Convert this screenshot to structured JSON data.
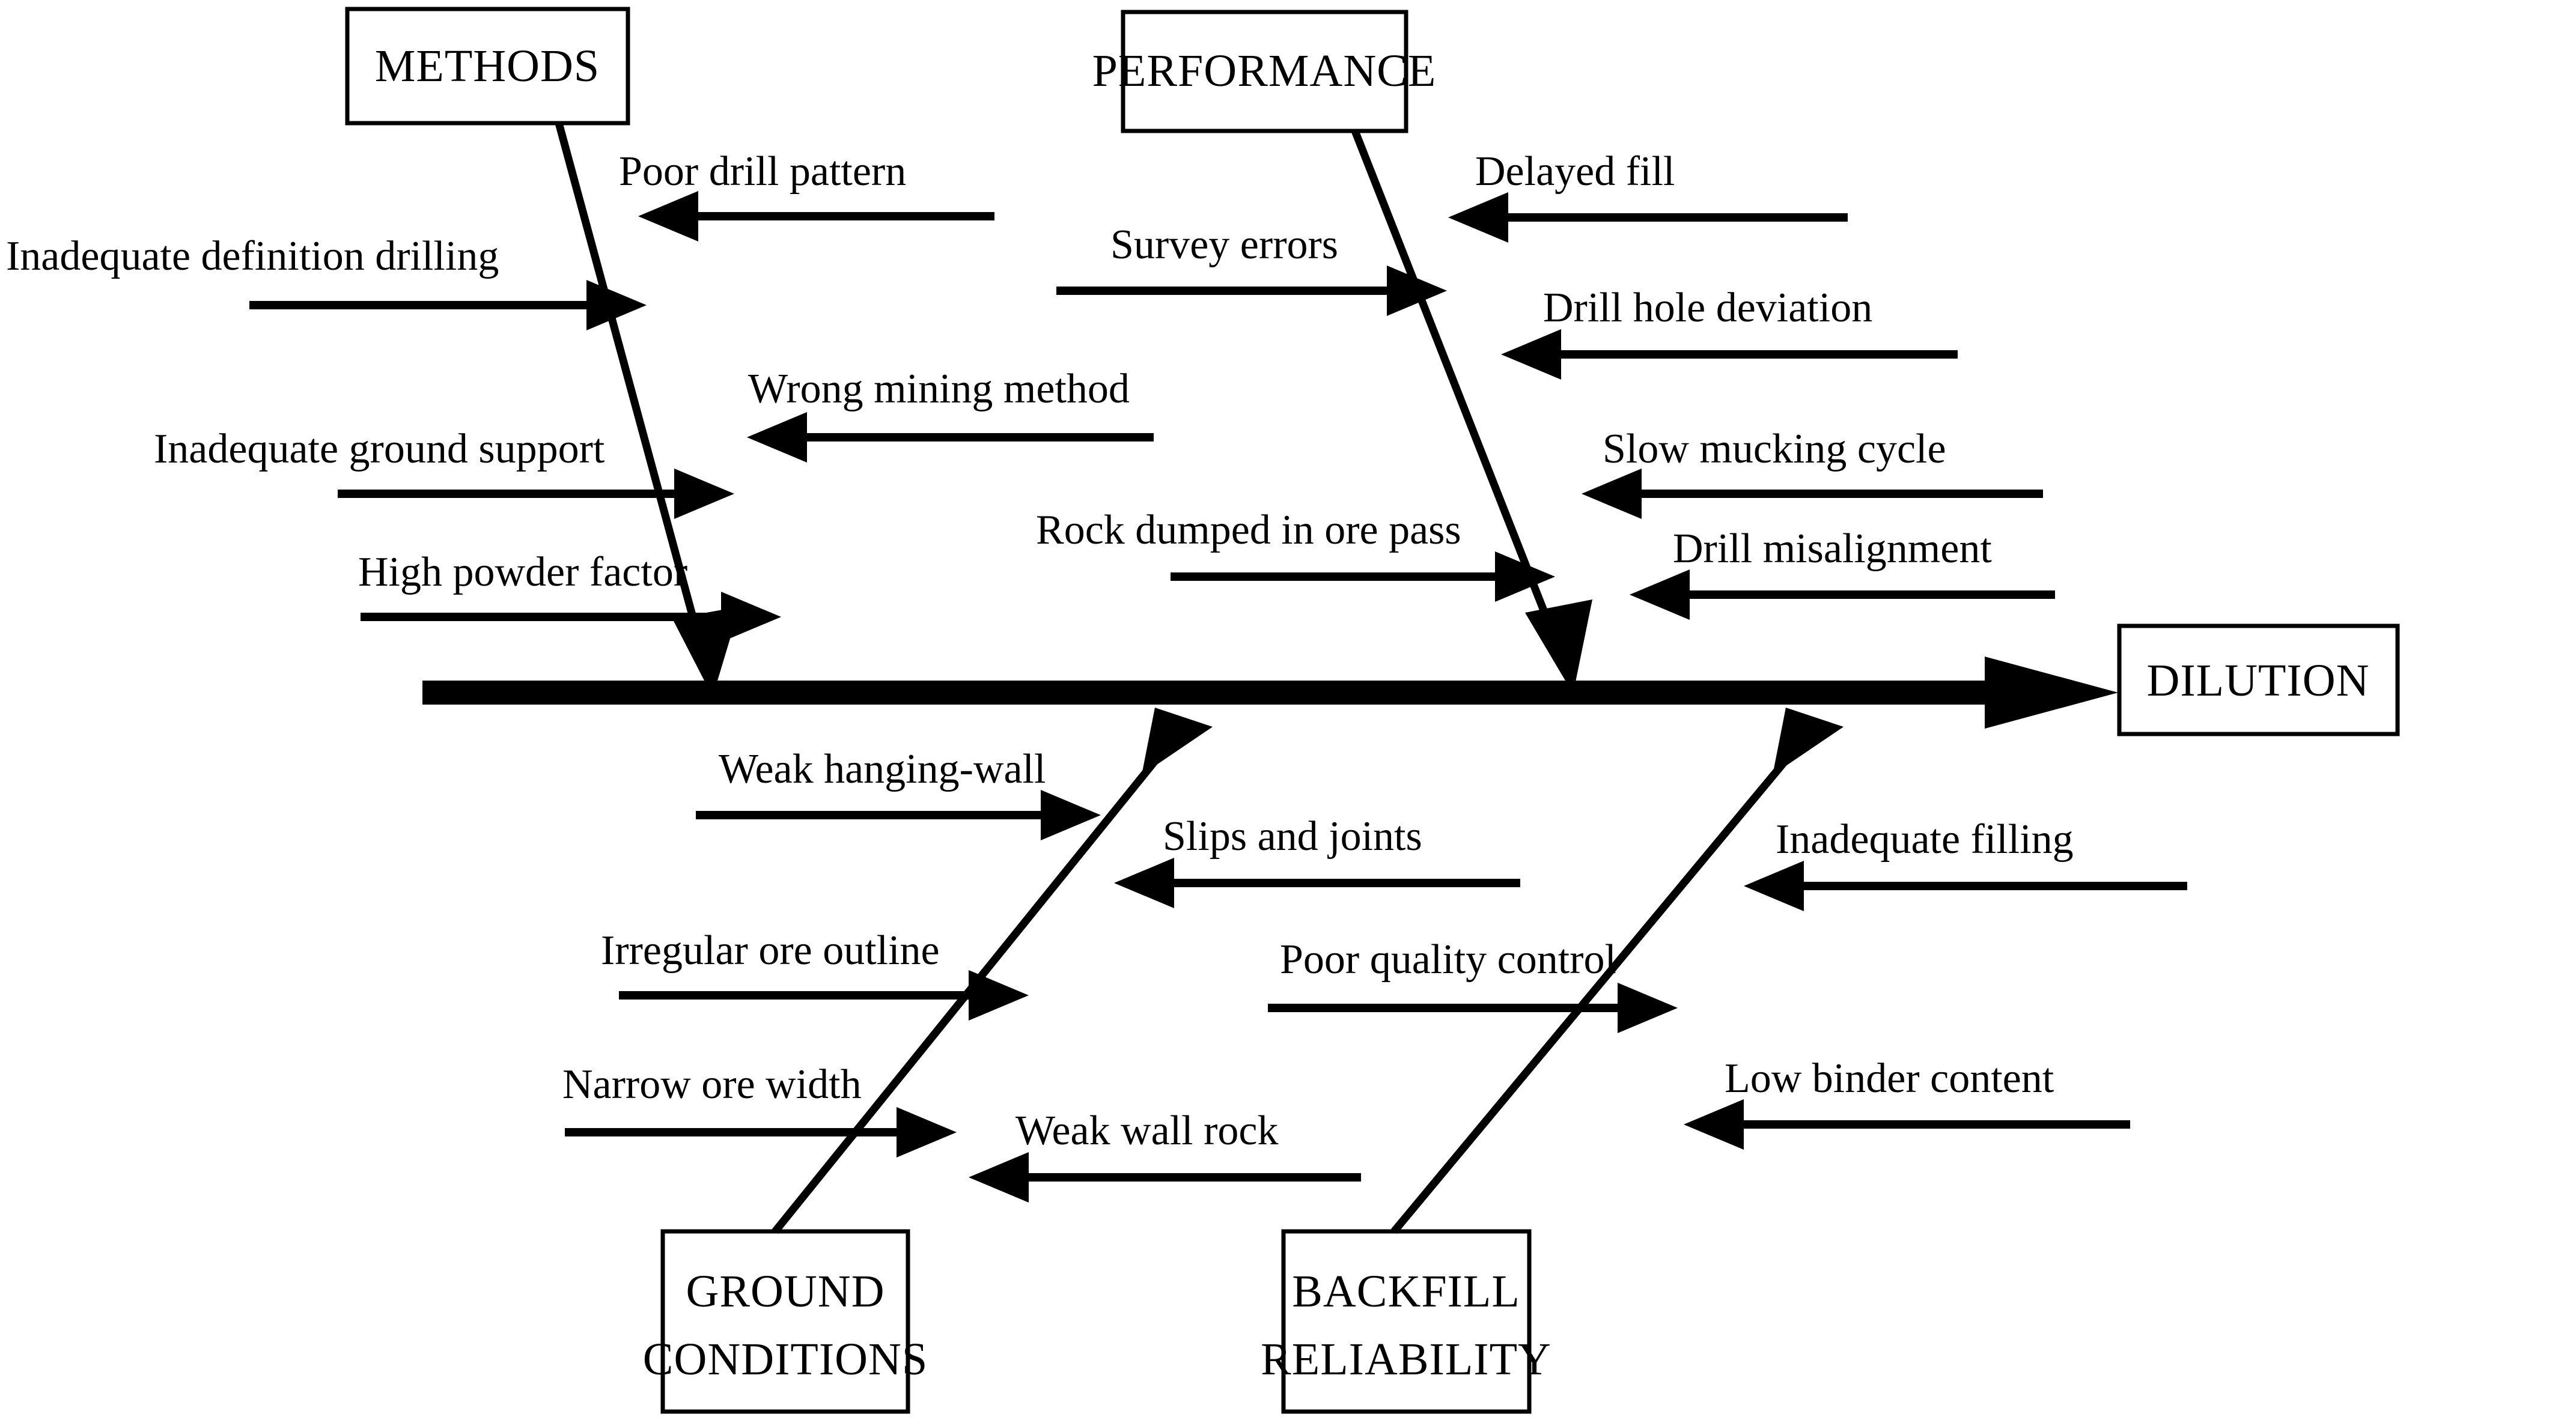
{
  "diagram": {
    "type": "fishbone-ishikawa",
    "effect": {
      "label": "DILUTION"
    },
    "categories": [
      {
        "id": "methods",
        "label": "METHODS",
        "position": "top-left",
        "causes": [
          {
            "label": "Poor drill pattern",
            "direction": "left"
          },
          {
            "label": "Inadequate definition drilling",
            "direction": "right"
          },
          {
            "label": "Wrong mining method",
            "direction": "left"
          },
          {
            "label": "Inadequate ground support",
            "direction": "right"
          },
          {
            "label": "High powder factor",
            "direction": "right"
          }
        ]
      },
      {
        "id": "performance",
        "label": "PERFORMANCE",
        "position": "top-right",
        "causes": [
          {
            "label": "Delayed fill",
            "direction": "left"
          },
          {
            "label": "Survey errors",
            "direction": "right"
          },
          {
            "label": "Drill hole deviation",
            "direction": "left"
          },
          {
            "label": "Slow mucking cycle",
            "direction": "left"
          },
          {
            "label": "Rock dumped in ore pass",
            "direction": "right"
          },
          {
            "label": "Drill misalignment",
            "direction": "left"
          }
        ]
      },
      {
        "id": "ground-conditions",
        "label_line1": "GROUND",
        "label_line2": "CONDITIONS",
        "position": "bottom-left",
        "causes": [
          {
            "label": "Weak hanging-wall",
            "direction": "right"
          },
          {
            "label": "Slips and joints",
            "direction": "left"
          },
          {
            "label": "Irregular ore outline",
            "direction": "right"
          },
          {
            "label": "Narrow ore width",
            "direction": "right"
          },
          {
            "label": "Weak wall rock",
            "direction": "left"
          }
        ]
      },
      {
        "id": "backfill-reliability",
        "label_line1": "BACKFILL",
        "label_line2": "RELIABILITY",
        "position": "bottom-right",
        "causes": [
          {
            "label": "Inadequate filling",
            "direction": "left"
          },
          {
            "label": "Poor quality control",
            "direction": "right"
          },
          {
            "label": "Low binder content",
            "direction": "left"
          }
        ]
      }
    ]
  },
  "colors": {
    "ink": "#000000",
    "paper": "#ffffff"
  }
}
